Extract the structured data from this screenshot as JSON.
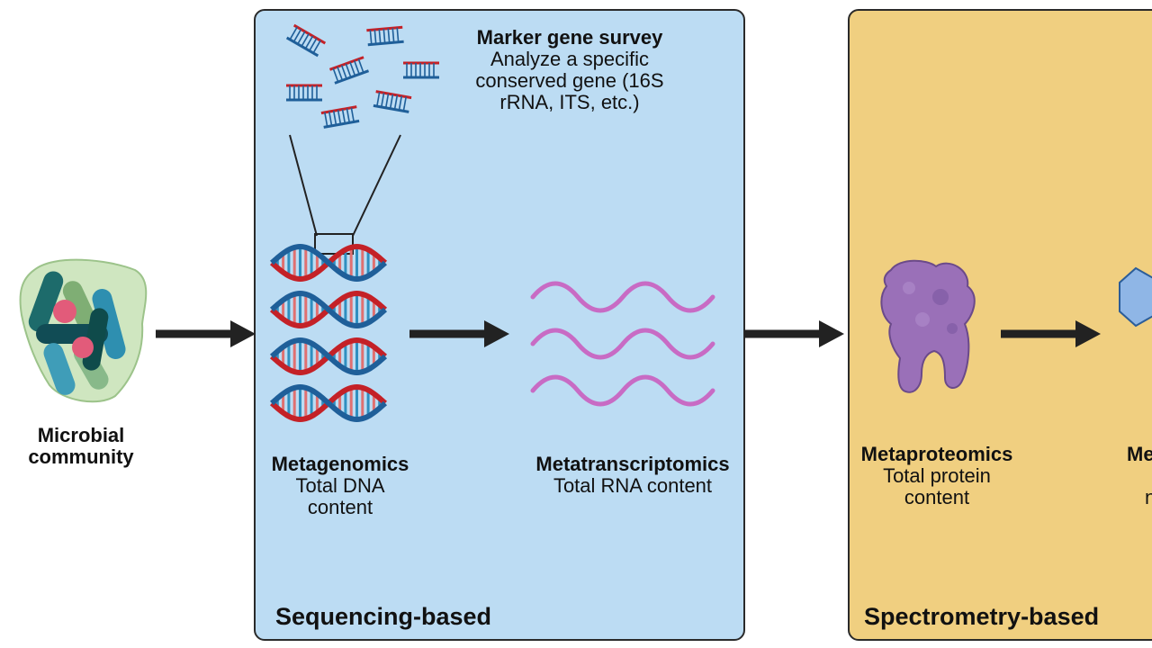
{
  "nodes": {
    "community": {
      "title": "Microbial",
      "title2": "community"
    },
    "marker": {
      "title": "Marker gene survey",
      "line1": "Analyze a specific",
      "line2": "conserved gene (16S",
      "line3": "rRNA, ITS, etc.)"
    },
    "metagenomics": {
      "title": "Metagenomics",
      "line1": "Total DNA",
      "line2": "content"
    },
    "metatranscriptomics": {
      "title": "Metatranscriptomics",
      "line1": "Total RNA content"
    },
    "metaproteomics": {
      "title": "Metaproteomics",
      "line1": "Total protein",
      "line2": "content"
    },
    "metabolomics_partial": {
      "title": "Me",
      "line2": "n"
    }
  },
  "groups": {
    "sequencing": "Sequencing-based",
    "spectrometry": "Spectrometry-based"
  },
  "colors": {
    "sequencing_panel": "#bcdcf3",
    "spectrometry_panel": "#f0cf80",
    "dna_red": "#c42127",
    "dna_blue": "#1f5f99",
    "rna": "#c86bc4",
    "protein": "#9a70b8",
    "metabolite": "#8fb6e6",
    "arrow": "#222222"
  }
}
